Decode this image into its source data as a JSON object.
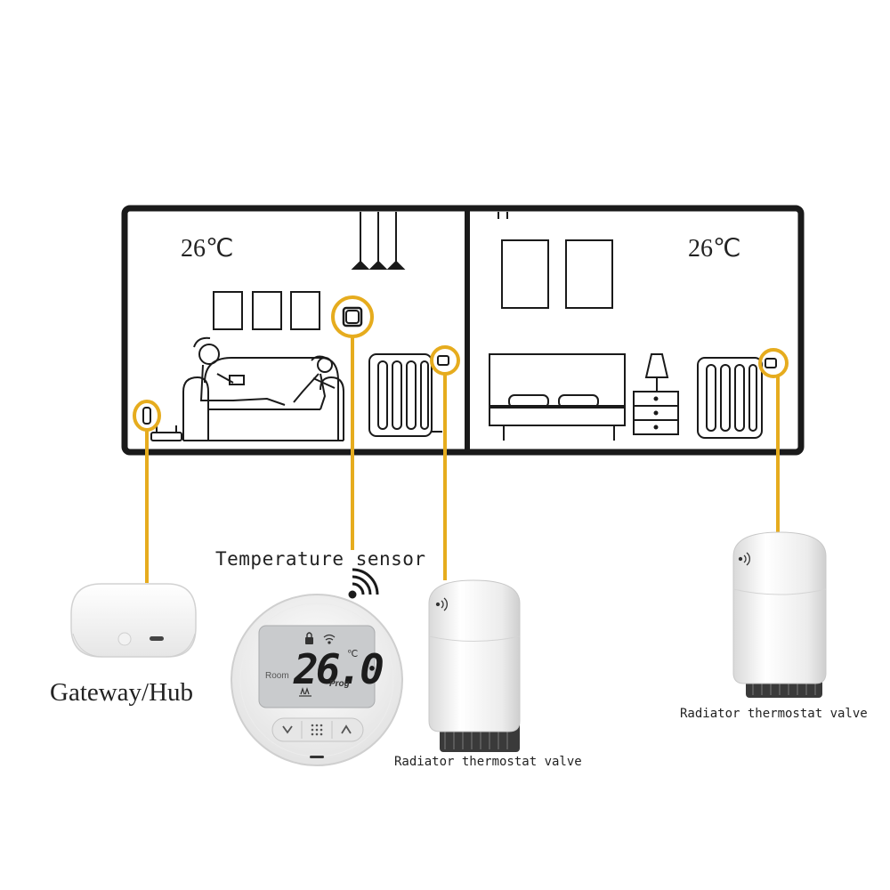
{
  "rooms": {
    "living_room": {
      "temperature": "26℃"
    },
    "bedroom": {
      "temperature": "26℃"
    }
  },
  "devices": {
    "hub": {
      "label": "Gateway/Hub"
    },
    "sensor": {
      "label": "Temperature sensor"
    },
    "valve_1": {
      "label": "Radiator thermostat valve"
    },
    "valve_2": {
      "label": "Radiator thermostat valve"
    }
  },
  "thermostat_display": {
    "temperature": "26.0",
    "unit": "℃",
    "mode_room": "Room",
    "mode_prog": "Prog"
  },
  "colors": {
    "callout": "#e6ac1e",
    "wall": "#1a1a1a",
    "device_body": "#f3f3f3",
    "lcd": "#c9cbcd"
  },
  "icons": [
    "wifi-signal-icon",
    "lock-icon",
    "down-arrow-icon",
    "menu-grid-icon",
    "up-arrow-icon"
  ]
}
